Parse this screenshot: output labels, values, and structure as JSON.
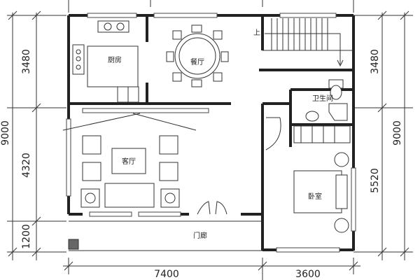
{
  "rooms": {
    "kitchen": "厨房",
    "dining": "餐厅",
    "living": "客厅",
    "bathroom": "卫生间",
    "bedroom": "卧室",
    "porch": "门廊",
    "stair_up": "上"
  },
  "dimensions": {
    "left": [
      "3480",
      "4320",
      "1200"
    ],
    "left_total": "9000",
    "right": [
      "3480",
      "5520"
    ],
    "right_total": "9000",
    "bottom": [
      "7400",
      "3600"
    ]
  }
}
